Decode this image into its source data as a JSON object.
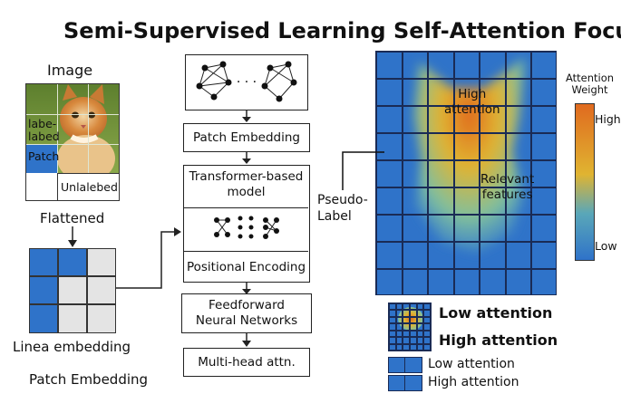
{
  "titles": {
    "left": "Semi-Supervised Learning",
    "right": "Self-Attention Focus"
  },
  "left": {
    "image_label": "Image",
    "labeled_label": "labe-\nlabed",
    "patch_label": "Patch",
    "unlabeled_label": "Unlalebed",
    "flattened_label": "Flattened",
    "linear_embedding_label": "Linea embedding",
    "patch_embedding_label": "Patch Embedding"
  },
  "pipeline": {
    "ellipsis": "· · ·",
    "steps": [
      "Patch Embedding",
      "Transformer-based\nmodel",
      "Positional Encoding",
      "Feedforward\nNeural Networks",
      "Multi-head attn."
    ]
  },
  "attention": {
    "pseudo_label": "Pseudo-\nLabel",
    "high_attention": "High\nattention",
    "relevant_features": "Relevant\nfeatures",
    "colorbar_title": "Attention\nWeight",
    "colorbar_high": "High",
    "colorbar_low": "Low",
    "colors": {
      "low": "#2f73c9",
      "mid": "#e0b431",
      "high": "#e06a1f"
    }
  },
  "legend": {
    "large_low": "Low attention",
    "large_high": "High attention",
    "small_low": "Low attention",
    "small_high": "High attention"
  }
}
